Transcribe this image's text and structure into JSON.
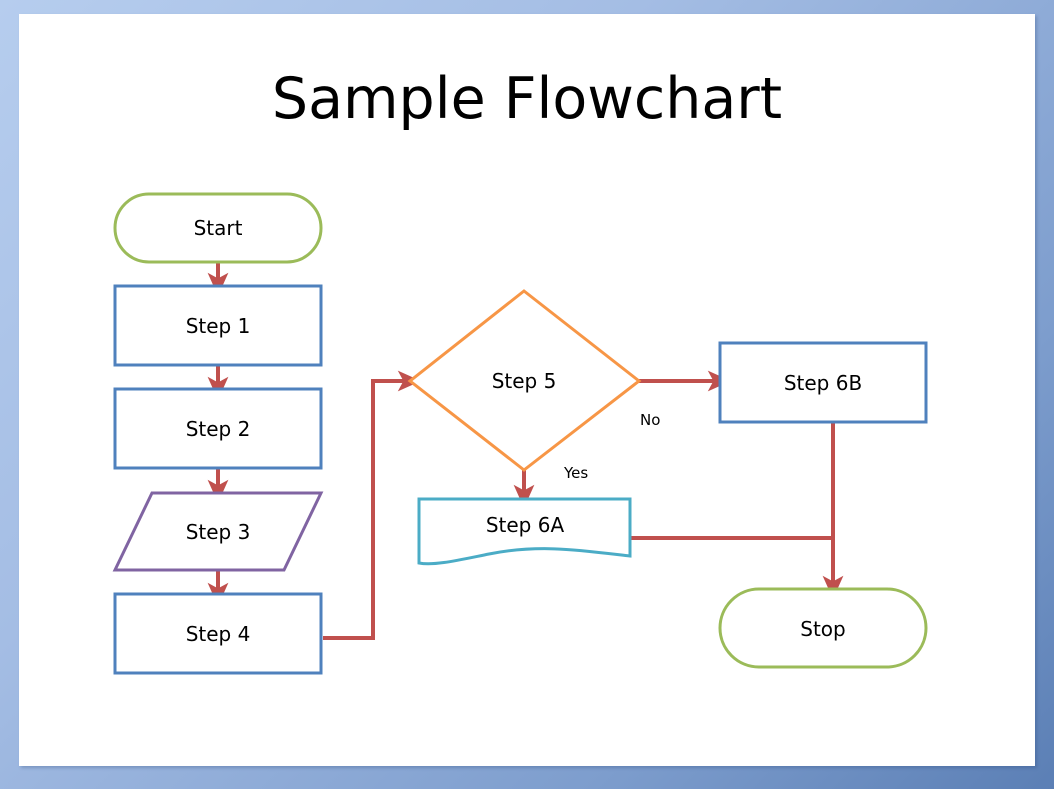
{
  "slide": {
    "title": "Sample Flowchart",
    "frame_color": "#a4bde4",
    "canvas_color": "#ffffff"
  },
  "palette": {
    "green": "#9bbb59",
    "blue": "#4f81bd",
    "purple": "#8064a2",
    "orange": "#f79646",
    "teal": "#4bacc6",
    "connector_red": "#c0504d"
  },
  "chart_data": {
    "type": "diagram",
    "title": "Sample Flowchart",
    "nodes": [
      {
        "id": "start",
        "label": "Start",
        "shape": "stadium",
        "color": "#9bbb59"
      },
      {
        "id": "step1",
        "label": "Step 1",
        "shape": "rectangle",
        "color": "#4f81bd"
      },
      {
        "id": "step2",
        "label": "Step 2",
        "shape": "rectangle",
        "color": "#4f81bd"
      },
      {
        "id": "step3",
        "label": "Step 3",
        "shape": "parallelogram",
        "color": "#8064a2"
      },
      {
        "id": "step4",
        "label": "Step 4",
        "shape": "rectangle",
        "color": "#4f81bd"
      },
      {
        "id": "step5",
        "label": "Step 5",
        "shape": "diamond",
        "color": "#f79646"
      },
      {
        "id": "step6a",
        "label": "Step 6A",
        "shape": "document",
        "color": "#4bacc6"
      },
      {
        "id": "step6b",
        "label": "Step 6B",
        "shape": "rectangle",
        "color": "#4f81bd"
      },
      {
        "id": "stop",
        "label": "Stop",
        "shape": "stadium",
        "color": "#9bbb59"
      }
    ],
    "edges": [
      {
        "from": "start",
        "to": "step1",
        "label": ""
      },
      {
        "from": "step1",
        "to": "step2",
        "label": ""
      },
      {
        "from": "step2",
        "to": "step3",
        "label": ""
      },
      {
        "from": "step3",
        "to": "step4",
        "label": ""
      },
      {
        "from": "step4",
        "to": "step5",
        "label": ""
      },
      {
        "from": "step5",
        "to": "step6a",
        "label": "Yes"
      },
      {
        "from": "step5",
        "to": "step6b",
        "label": "No"
      },
      {
        "from": "step6a",
        "to": "stop",
        "label": ""
      },
      {
        "from": "step6b",
        "to": "stop",
        "label": ""
      }
    ],
    "edge_labels": {
      "yes": "Yes",
      "no": "No"
    }
  },
  "nodes": {
    "start": {
      "label": "Start"
    },
    "step1": {
      "label": "Step 1"
    },
    "step2": {
      "label": "Step 2"
    },
    "step3": {
      "label": "Step 3"
    },
    "step4": {
      "label": "Step 4"
    },
    "step5": {
      "label": "Step 5"
    },
    "step6a": {
      "label": "Step 6A"
    },
    "step6b": {
      "label": "Step 6B"
    },
    "stop": {
      "label": "Stop"
    }
  },
  "labels": {
    "yes": "Yes",
    "no": "No"
  }
}
